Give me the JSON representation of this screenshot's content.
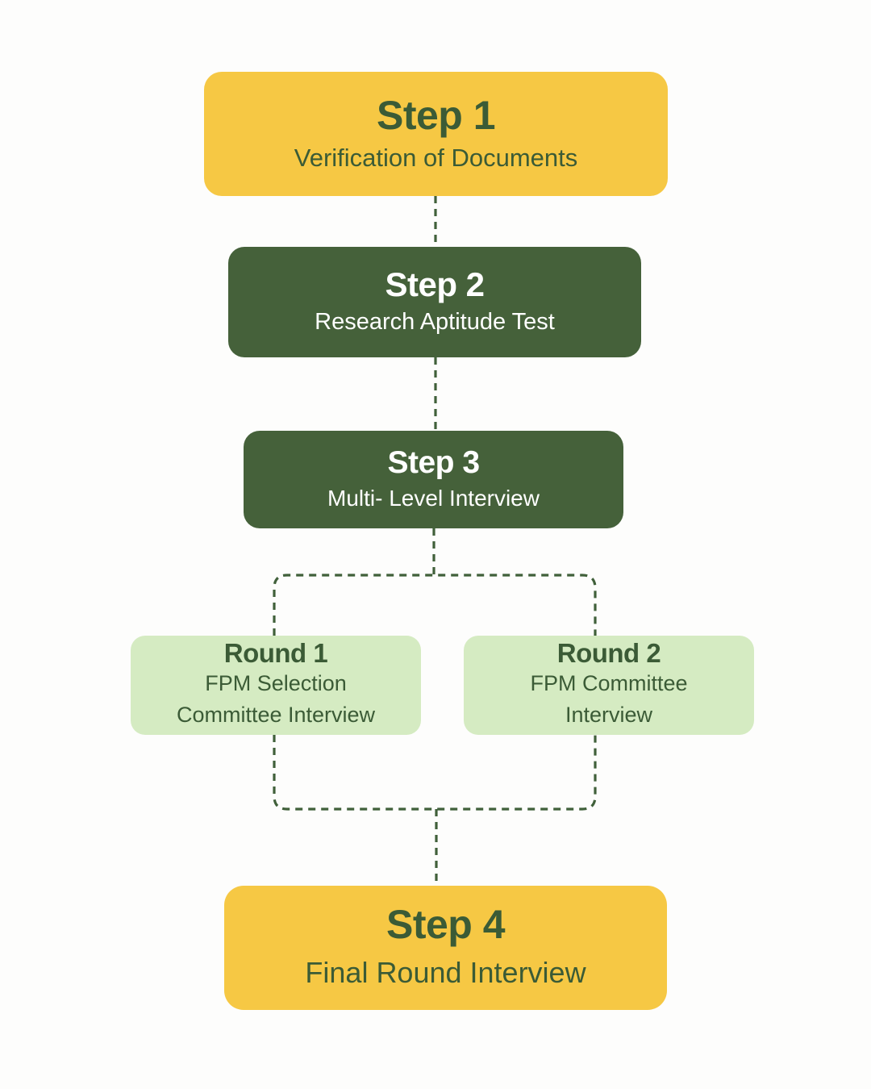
{
  "diagram": {
    "type": "flowchart",
    "direction": "top-down",
    "colors": {
      "yellow_box": "#f6c844",
      "dark_green_box": "#45613a",
      "light_green_box": "#d5ebc2",
      "green_text": "#3b5b36",
      "connector": "#40603a",
      "background": "#fdfdfc"
    },
    "steps": [
      {
        "id": "step1",
        "title": "Step 1",
        "subtitle": "Verification of Documents",
        "variant": "yellow"
      },
      {
        "id": "step2",
        "title": "Step 2",
        "subtitle": "Research Aptitude Test",
        "variant": "dark"
      },
      {
        "id": "step3",
        "title": "Step 3",
        "subtitle": "Multi- Level Interview",
        "variant": "dark"
      },
      {
        "id": "round1",
        "title": "Round 1",
        "lines": [
          "FPM Selection",
          "Committee Interview"
        ],
        "variant": "light"
      },
      {
        "id": "round2",
        "title": "Round 2",
        "lines": [
          "FPM Committee",
          "Interview"
        ],
        "variant": "light"
      },
      {
        "id": "step4",
        "title": "Step 4",
        "subtitle": "Final Round Interview",
        "variant": "yellow"
      }
    ],
    "connections": [
      {
        "from": "step1",
        "to": "step2",
        "style": "dashed"
      },
      {
        "from": "step2",
        "to": "step3",
        "style": "dashed"
      },
      {
        "from": "step3",
        "to": "round1",
        "style": "dashed-branch"
      },
      {
        "from": "step3",
        "to": "round2",
        "style": "dashed-branch"
      },
      {
        "from": "round1",
        "to": "step4",
        "style": "dashed-merge"
      },
      {
        "from": "round2",
        "to": "step4",
        "style": "dashed-merge"
      }
    ]
  }
}
